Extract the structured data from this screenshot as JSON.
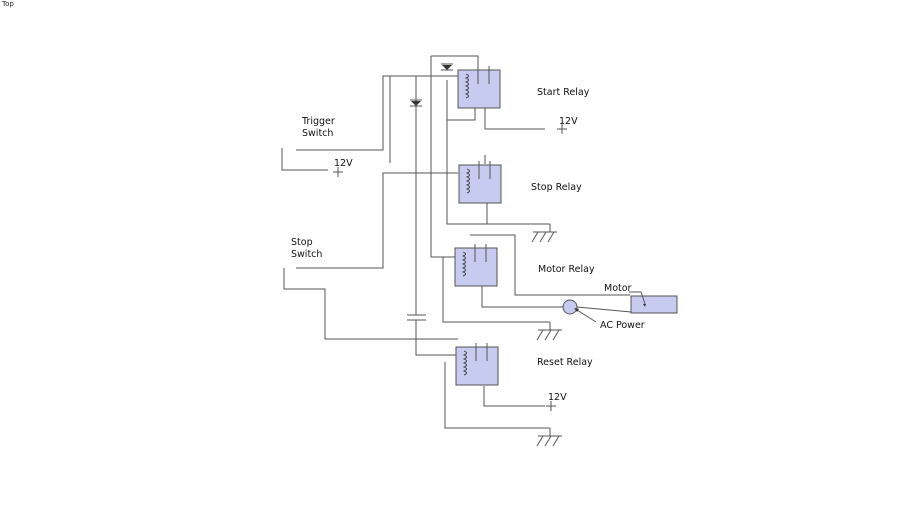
{
  "viewport": {
    "label": "Top"
  },
  "labels": {
    "start_relay": "Start Relay",
    "stop_relay": "Stop Relay",
    "motor_relay": "Motor Relay",
    "reset_relay": "Reset Relay",
    "trigger_switch_line1": "Trigger",
    "trigger_switch_line2": "Switch",
    "stop_switch_line1": "Stop",
    "stop_switch_line2": "Switch",
    "motor": "Motor",
    "ac_power": "AC Power",
    "v12_start": "12V",
    "v12_trigger": "12V",
    "v12_reset": "12V"
  },
  "colors": {
    "relay_fill": "#c7cbf0",
    "wire": "#555555",
    "motor_fill": "#c7cbf0",
    "ac_fill": "#c7cbf0"
  }
}
